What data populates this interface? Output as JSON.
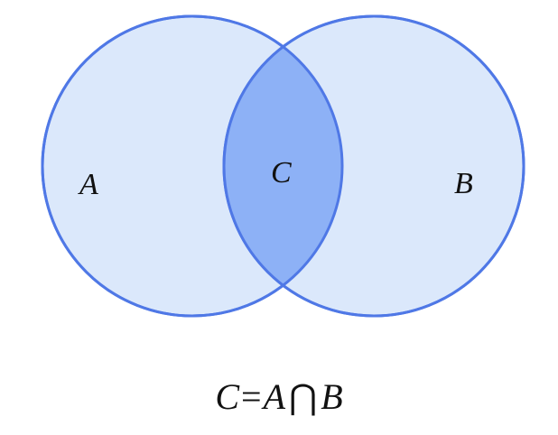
{
  "diagram": {
    "colors": {
      "set_fill": "#dbe8fb",
      "intersection_fill": "#8db1f6",
      "stroke": "#4f78e6"
    },
    "labels": {
      "set_a": "A",
      "set_b": "B",
      "intersection": "C"
    }
  },
  "formula": {
    "lhs": "C",
    "equals": "=",
    "a": "A",
    "operator": "⋂",
    "b": "B"
  }
}
